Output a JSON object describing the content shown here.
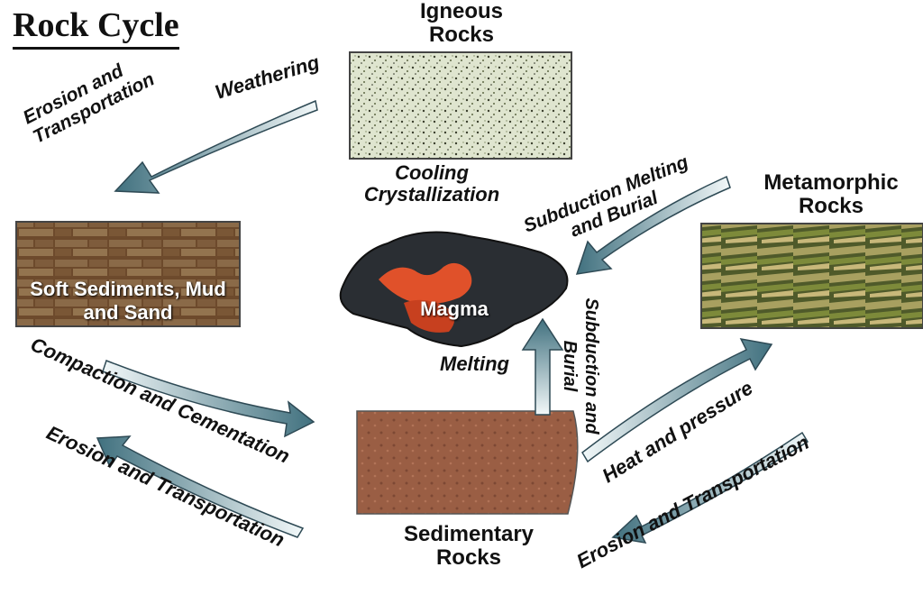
{
  "title": "Rock Cycle",
  "nodes": {
    "igneous": "Igneous Rocks",
    "metamorphic": "Metamorphic Rocks",
    "sedimentary": "Sedimentary Rocks"
  },
  "images": {
    "soft_sediments_label": "Soft Sediments, Mud and Sand",
    "magma_label": "Magma"
  },
  "processes": {
    "erosion_transport_top": "Erosion and Transportation",
    "weathering": "Weathering",
    "cooling_crystallization": "Cooling Crystallization",
    "subduction_melting": "Subduction Melting and Burial",
    "subduction_burial_vertical": "Subduction and Burial",
    "melting": "Melting",
    "compaction_cementation": "Compaction and Cementation",
    "erosion_transport_bottom_left": "Erosion and Transportation",
    "heat_pressure": "Heat and pressure",
    "erosion_transport_bottom_right": "Erosion and Transportation"
  },
  "colors": {
    "arrow_light": "#e8f2f4",
    "arrow_dark": "#4a7f8e",
    "arrow_stroke": "#2e4a55"
  }
}
